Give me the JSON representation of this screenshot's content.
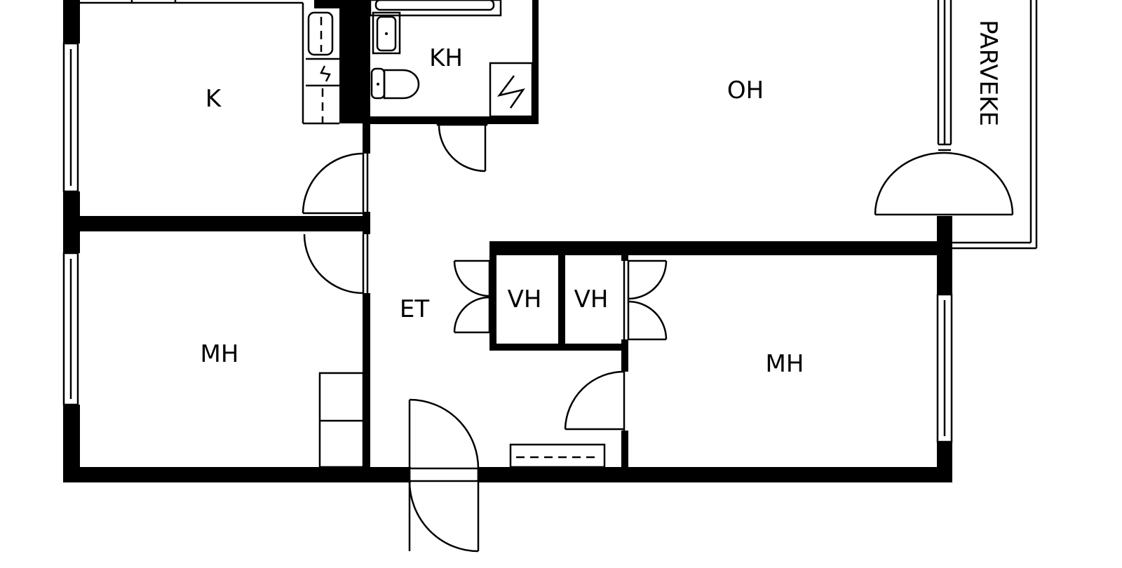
{
  "rooms": {
    "kitchen": "K",
    "bathroom": "KH",
    "living_room": "OH",
    "balcony": "PARVEKE",
    "hall": "ET",
    "bedroom_left": "MH",
    "closet_1": "VH",
    "closet_2": "VH",
    "bedroom_right": "MH"
  },
  "colors": {
    "wall": "#000000",
    "background": "#ffffff"
  }
}
